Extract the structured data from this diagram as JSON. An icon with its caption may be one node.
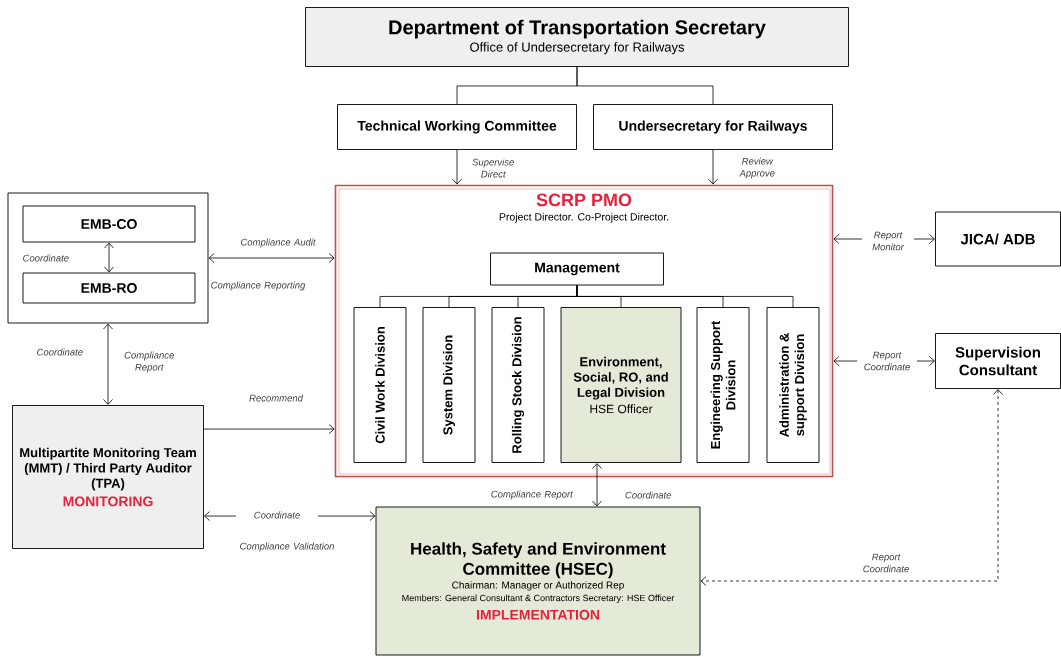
{
  "diagram": {
    "nodes": [
      {
        "text": [
          "Department of Transportation Secretary",
          "Office of Undersecretary  for Railways"
        ]
      },
      {
        "text": [
          "Technical Working Committee"
        ]
      },
      {
        "text": [
          "Undersecretary for Railways"
        ]
      },
      {
        "text": [
          "SCRP PMO",
          "Project Director. Co-Project Director."
        ]
      },
      {
        "text": [
          "Management"
        ],
        "in": 3
      },
      {
        "text": [
          "Civil Work Division"
        ],
        "in": 3
      },
      {
        "text": [
          "System Division"
        ],
        "in": 3
      },
      {
        "text": [
          "Rolling Stock Division"
        ],
        "in": 3
      },
      {
        "text": [
          "Environment, Social, RO, and Legal Division",
          "HSE Officer"
        ],
        "in": 3
      },
      {
        "text": [
          "Engineering Support Division"
        ],
        "in": 3
      },
      {
        "text": [
          "Administration & support Division"
        ],
        "in": 3
      },
      {
        "text": [],
        "shape": "box"
      },
      {
        "text": [
          "EMB-CO"
        ],
        "in": 11
      },
      {
        "text": [
          "EMB-RO"
        ],
        "in": 11
      },
      {
        "text": [
          "Multipartite Monitoring Team (MMT) / Third Party Auditor (TPA)",
          "MONITORING"
        ]
      },
      {
        "text": [
          "Health, Safety and Environment Committee (HSEC)",
          "Chairman: Manager or Authorized Rep",
          "Members: General Consultant & Contractors Secretary: HSE Officer",
          "IMPLEMENTATION"
        ]
      },
      {
        "text": [
          "JICA/ ADB"
        ]
      },
      {
        "text": [
          "Supervision Consultant"
        ]
      }
    ],
    "edges": [
      {
        "from": 0,
        "to": 1,
        "arrow": "none"
      },
      {
        "from": 0,
        "to": 2,
        "arrow": "none"
      },
      {
        "from": 1,
        "to": 3,
        "arrow": "to",
        "label": "Supervise Direct"
      },
      {
        "from": 2,
        "to": 3,
        "arrow": "to",
        "label": "Review Approve"
      },
      {
        "from": 4,
        "to": 5,
        "arrow": "none"
      },
      {
        "from": 4,
        "to": 6,
        "arrow": "none"
      },
      {
        "from": 4,
        "to": 7,
        "arrow": "none"
      },
      {
        "from": 4,
        "to": 8,
        "arrow": "none"
      },
      {
        "from": 4,
        "to": 9,
        "arrow": "none"
      },
      {
        "from": 4,
        "to": 10,
        "arrow": "none"
      },
      {
        "from": 12,
        "to": 13,
        "arrow": "both",
        "label": "Coordinate"
      },
      {
        "from": 11,
        "to": 3,
        "arrow": "both",
        "label": "Compliance Audit"
      },
      {
        "from": 3,
        "to": 16,
        "arrow": "both",
        "label": "Report Monitor"
      },
      {
        "from": 11,
        "to": 14,
        "arrow": "both",
        "label": "Coordinate"
      },
      {
        "from": 3,
        "to": 17,
        "arrow": "both",
        "label": "Report Coordinate"
      },
      {
        "from": 14,
        "to": 3,
        "arrow": "to",
        "label": "Recommend"
      },
      {
        "from": 8,
        "to": 15,
        "arrow": "both",
        "label": "Compliance Report"
      },
      {
        "from": 14,
        "to": 15,
        "arrow": "both",
        "label": "Coordinate"
      },
      {
        "from": 17,
        "to": 15,
        "arrow": "both",
        "label": "Report Coordinate",
        "style": "dashed"
      }
    ],
    "labels": [
      "Compliance Reporting",
      "Compliance Report",
      "Coordinate",
      "Compliance Validation"
    ]
  }
}
